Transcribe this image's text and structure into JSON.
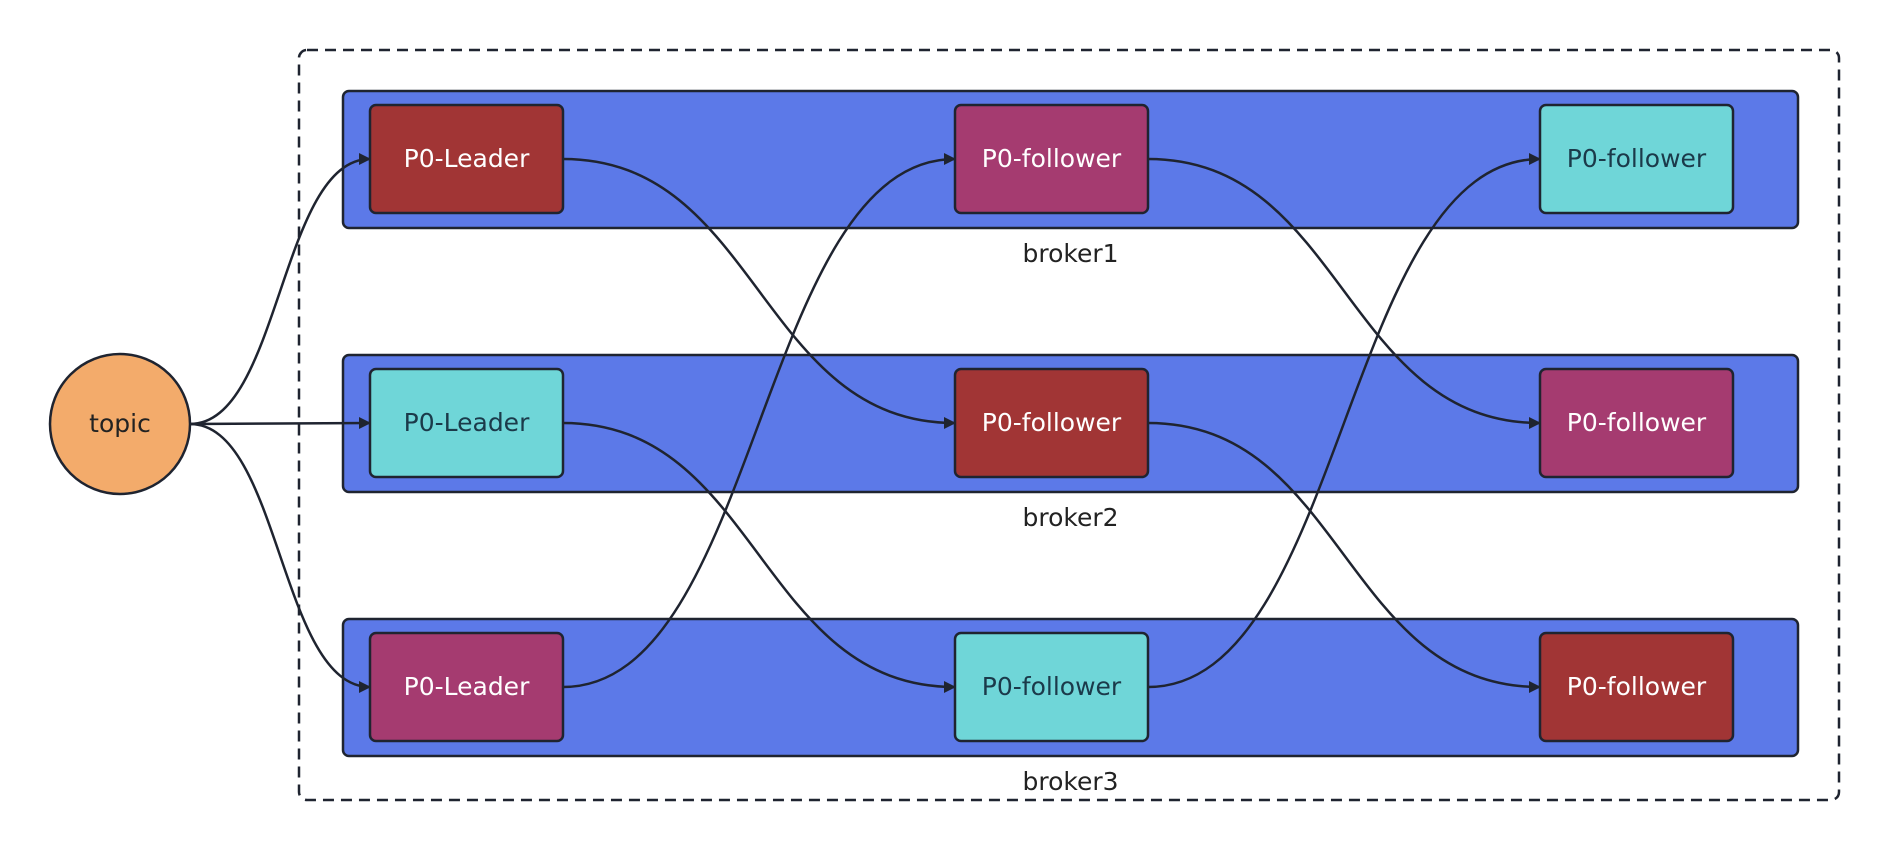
{
  "diagram": {
    "topic": {
      "label": "topic",
      "color": "#f3ab6b"
    },
    "brokers": [
      {
        "label": "broker1",
        "partitions": [
          {
            "label": "P0-Leader",
            "color": "#a13535",
            "text_color": "#ffffff"
          },
          {
            "label": "P0-follower",
            "color": "#a53b70",
            "text_color": "#ffffff"
          },
          {
            "label": "P0-follower",
            "color": "#6fd6d8",
            "text_color": "#1b3a4a"
          }
        ]
      },
      {
        "label": "broker2",
        "partitions": [
          {
            "label": "P0-Leader",
            "color": "#6fd6d8",
            "text_color": "#1b3a4a"
          },
          {
            "label": "P0-follower",
            "color": "#a13535",
            "text_color": "#ffffff"
          },
          {
            "label": "P0-follower",
            "color": "#a53b70",
            "text_color": "#ffffff"
          }
        ]
      },
      {
        "label": "broker3",
        "partitions": [
          {
            "label": "P0-Leader",
            "color": "#a53b70",
            "text_color": "#ffffff"
          },
          {
            "label": "P0-follower",
            "color": "#6fd6d8",
            "text_color": "#1b3a4a"
          },
          {
            "label": "P0-follower",
            "color": "#a13535",
            "text_color": "#ffffff"
          }
        ]
      }
    ],
    "broker_color": "#5c79e8",
    "edge_color": "#1f2430",
    "edges": [
      {
        "from": "topic",
        "to": "0-0"
      },
      {
        "from": "topic",
        "to": "1-0"
      },
      {
        "from": "topic",
        "to": "2-0"
      },
      {
        "from": "0-0",
        "to": "1-1"
      },
      {
        "from": "1-0",
        "to": "2-1"
      },
      {
        "from": "2-0",
        "to": "0-1"
      },
      {
        "from": "0-1",
        "to": "1-2"
      },
      {
        "from": "1-1",
        "to": "2-2"
      },
      {
        "from": "2-1",
        "to": "0-2"
      }
    ]
  }
}
